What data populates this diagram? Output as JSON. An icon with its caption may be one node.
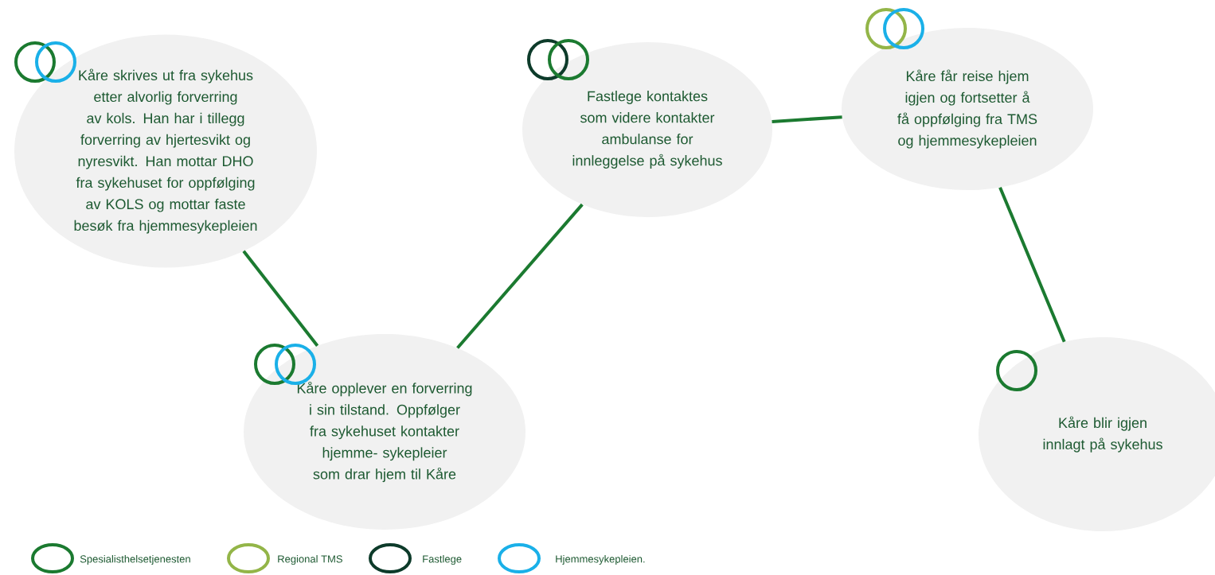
{
  "diagram": {
    "nodes": [
      {
        "text": [
          "Kåre skrives ut fra sykehus etter alvorlig forverring av kols. Han har i tillegg forverring av hjertesvikt og nyresvikt. Han mottar DHO fra sykehuset for oppfølging av KOLS og mottar faste besøk fra hjemmesykepleien"
        ]
      },
      {
        "text": [
          "Kåre opplever en forverring i sin tilstand. Oppfølger fra sykehuset kontakter hjemme- sykepleier som drar hjem til Kåre"
        ]
      },
      {
        "text": [
          "Fastlege kontaktes som videre kontakter ambulanse for innleggelse på sykehus"
        ]
      },
      {
        "text": [
          "Kåre får reise hjem igjen og fortsetter å få oppfølging fra TMS og hjemmesykepleien"
        ]
      },
      {
        "text": [
          "Kåre blir igjen innlagt på sykehus"
        ]
      }
    ],
    "edges": [
      {
        "from": 0,
        "to": 1,
        "arrow": "none"
      },
      {
        "from": 1,
        "to": 2,
        "arrow": "none"
      },
      {
        "from": 2,
        "to": 3,
        "arrow": "none"
      },
      {
        "from": 3,
        "to": 4,
        "arrow": "none"
      }
    ],
    "legend": [
      {
        "text": "Spesialisthelsetjenesten",
        "color": "#1b7a30"
      },
      {
        "text": "Regional TMS",
        "color": "#93b548"
      },
      {
        "text": "Fastlege",
        "color": "#0d3b2a"
      },
      {
        "text": "Hjemmesykepleien.",
        "color": "#1ab0e8"
      }
    ]
  }
}
